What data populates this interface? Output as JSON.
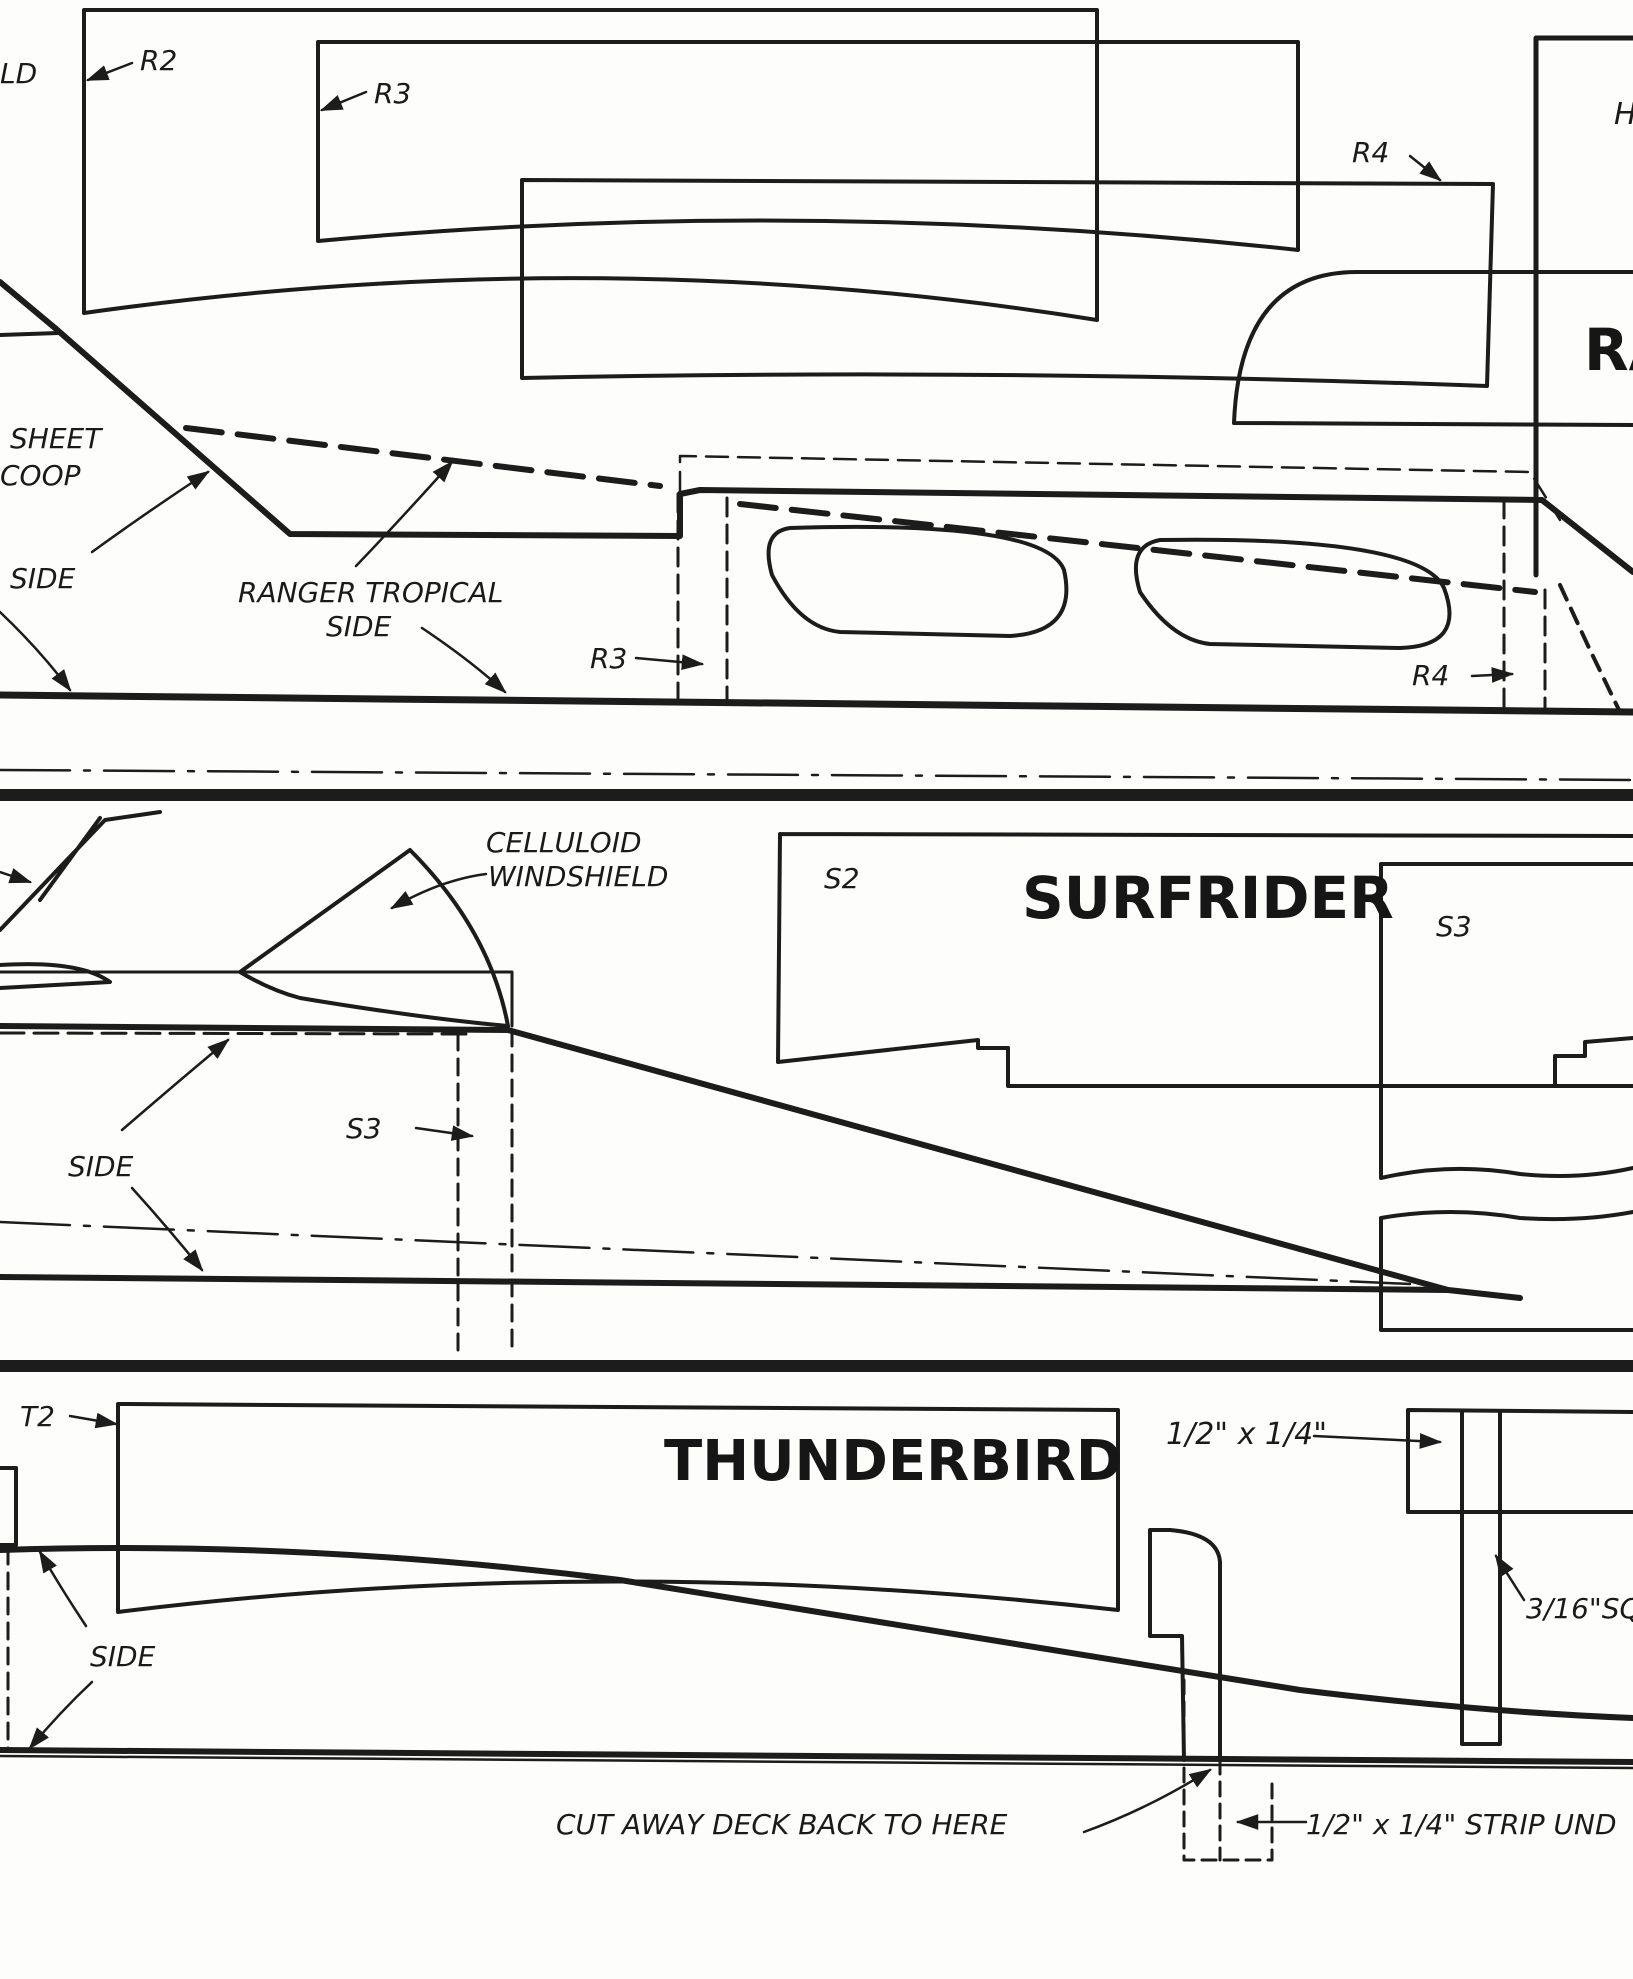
{
  "titles": {
    "ranger_cut": "RA",
    "surfrider": "SURFRIDER",
    "thunderbird": "THUNDERBIRD"
  },
  "labels": {
    "ld": "LD",
    "r2": "R2",
    "r3_top": "R3",
    "r4_top": "R4",
    "h_cut": "H",
    "sheet": "SHEET",
    "coop": "COOP",
    "side_ranger": "SIDE",
    "ranger_tropical": "RANGER TROPICAL",
    "ranger_tropical_side": "SIDE",
    "r3_station": "R3",
    "r4_station": "R4",
    "celluloid": "CELLULOID",
    "windshield": "WINDSHIELD",
    "s2": "S2",
    "s3_part": "S3",
    "s3_station": "S3",
    "side_surf": "SIDE",
    "t2": "T2",
    "side_thunder": "SIDE",
    "strip_dim": "1/2\" x 1/4\"",
    "sq_dim": "3/16\"SQ",
    "cut_away": "CUT AWAY DECK BACK TO HERE",
    "strip_under": "1/2\" x 1/4\" STRIP UND"
  },
  "colors": {
    "ink": "#1c1c1c",
    "paper": "#fdfdfb"
  }
}
